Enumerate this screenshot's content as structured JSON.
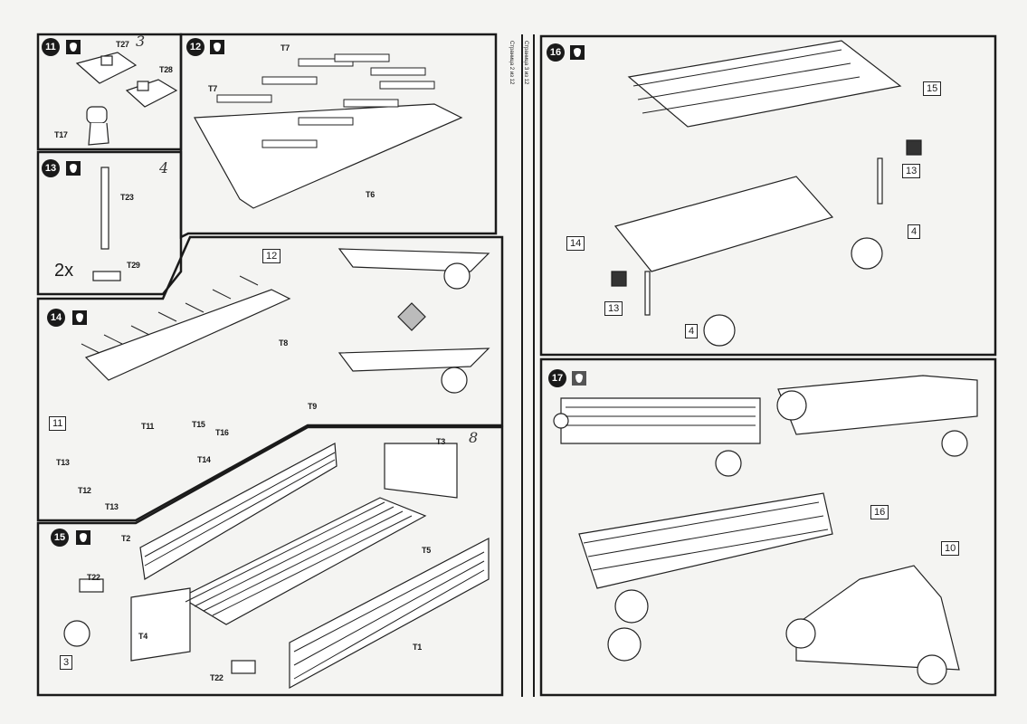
{
  "page_footers": [
    "Страница 2 из 12",
    "Страница 3 из 12"
  ],
  "steps": {
    "s11": {
      "number": "11",
      "labels": [
        "T27",
        "T28",
        "T17"
      ],
      "handwritten": "3"
    },
    "s12": {
      "number": "12",
      "labels": [
        "T7",
        "T7",
        "T6"
      ]
    },
    "s13": {
      "number": "13",
      "labels": [
        "T23",
        "T29"
      ],
      "quantity": "2x",
      "handwritten": "4"
    },
    "s14": {
      "number": "14",
      "labels": [
        "T8",
        "T9",
        "T11",
        "T15",
        "T16",
        "T14",
        "T13",
        "T12",
        "T13"
      ],
      "refs": [
        "12",
        "11"
      ]
    },
    "s15": {
      "number": "15",
      "labels": [
        "T3",
        "T5",
        "T2",
        "T22",
        "T4",
        "T1",
        "T22"
      ],
      "refs": [
        "3"
      ],
      "handwritten": "8"
    },
    "s16": {
      "number": "16",
      "refs": [
        "15",
        "13",
        "14",
        "4",
        "13",
        "4"
      ]
    },
    "s17": {
      "number": "17",
      "refs": [
        "16",
        "10"
      ]
    }
  }
}
